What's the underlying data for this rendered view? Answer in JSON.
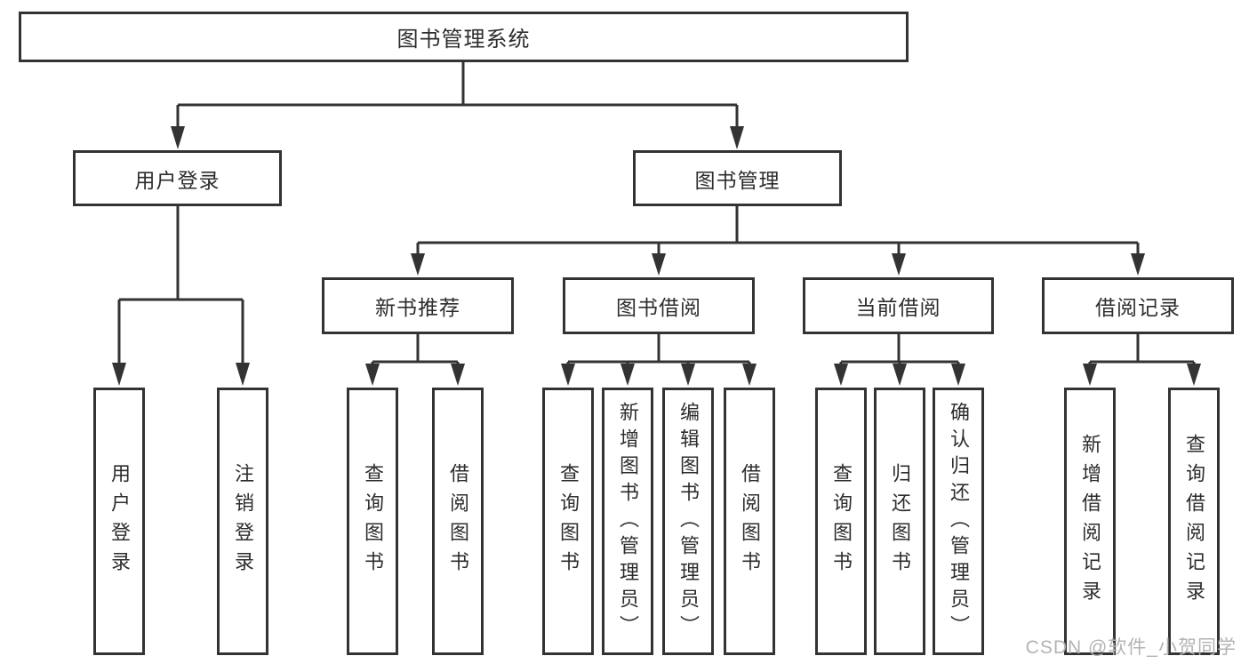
{
  "diagram": {
    "root": {
      "label": "图书管理系统"
    },
    "branches": [
      {
        "label": "用户登录",
        "children": [
          {
            "label": "用户登录"
          },
          {
            "label": "注销登录"
          }
        ]
      },
      {
        "label": "图书管理",
        "children": [
          {
            "label": "新书推荐",
            "children": [
              {
                "label": "查询图书"
              },
              {
                "label": "借阅图书"
              }
            ]
          },
          {
            "label": "图书借阅",
            "children": [
              {
                "label": "查询图书"
              },
              {
                "label": "新增图书（管理员）"
              },
              {
                "label": "编辑图书（管理员）"
              },
              {
                "label": "借阅图书"
              }
            ]
          },
          {
            "label": "当前借阅",
            "children": [
              {
                "label": "查询图书"
              },
              {
                "label": "归还图书"
              },
              {
                "label": "确认归还（管理员）"
              }
            ]
          },
          {
            "label": "借阅记录",
            "children": [
              {
                "label": "新增借阅记录"
              },
              {
                "label": "查询借阅记录"
              }
            ]
          }
        ]
      }
    ]
  },
  "watermark": {
    "text": "CSDN @软件_小贺同学"
  },
  "colors": {
    "line": "#333333",
    "text": "#2d2d2d",
    "watermark": "#b3b3b3",
    "bg": "#ffffff"
  }
}
